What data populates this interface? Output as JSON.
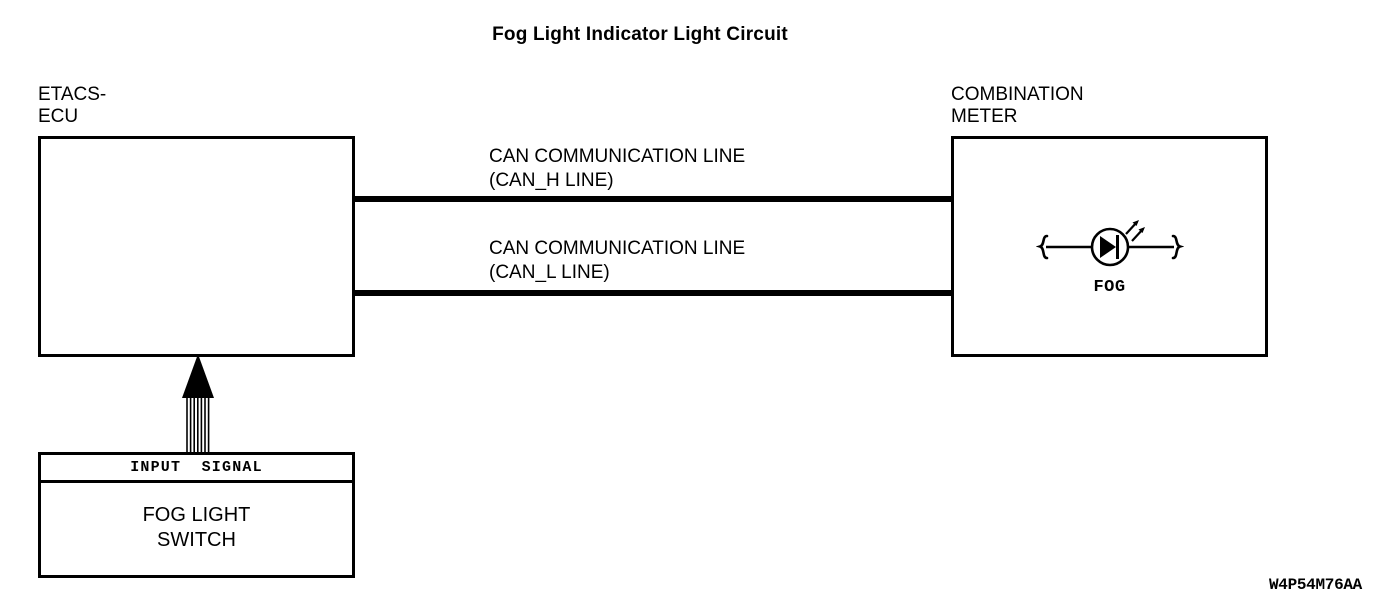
{
  "diagram": {
    "title": "Fog Light Indicator Light Circuit",
    "reference_code": "W4P54M76AA",
    "ink_color": "#000000",
    "background_color": "#ffffff"
  },
  "units": {
    "etacs_ecu": {
      "label": "ETACS-\nECU"
    },
    "combination_meter": {
      "label": "COMBINATION\nMETER",
      "indicator": {
        "caption": "FOG",
        "symbol_name": "led-indicator-lamp"
      }
    },
    "fog_light_switch": {
      "header": "INPUT  SIGNAL",
      "name": "FOG LIGHT\nSWITCH"
    }
  },
  "connections": {
    "can_h": {
      "label": "CAN COMMUNICATION LINE\n(CAN_H LINE)"
    },
    "can_l": {
      "label": "CAN COMMUNICATION LINE\n(CAN_L LINE)"
    },
    "input_signal_arrow": {
      "name": "input-signal-arrow",
      "direction": "up"
    }
  }
}
